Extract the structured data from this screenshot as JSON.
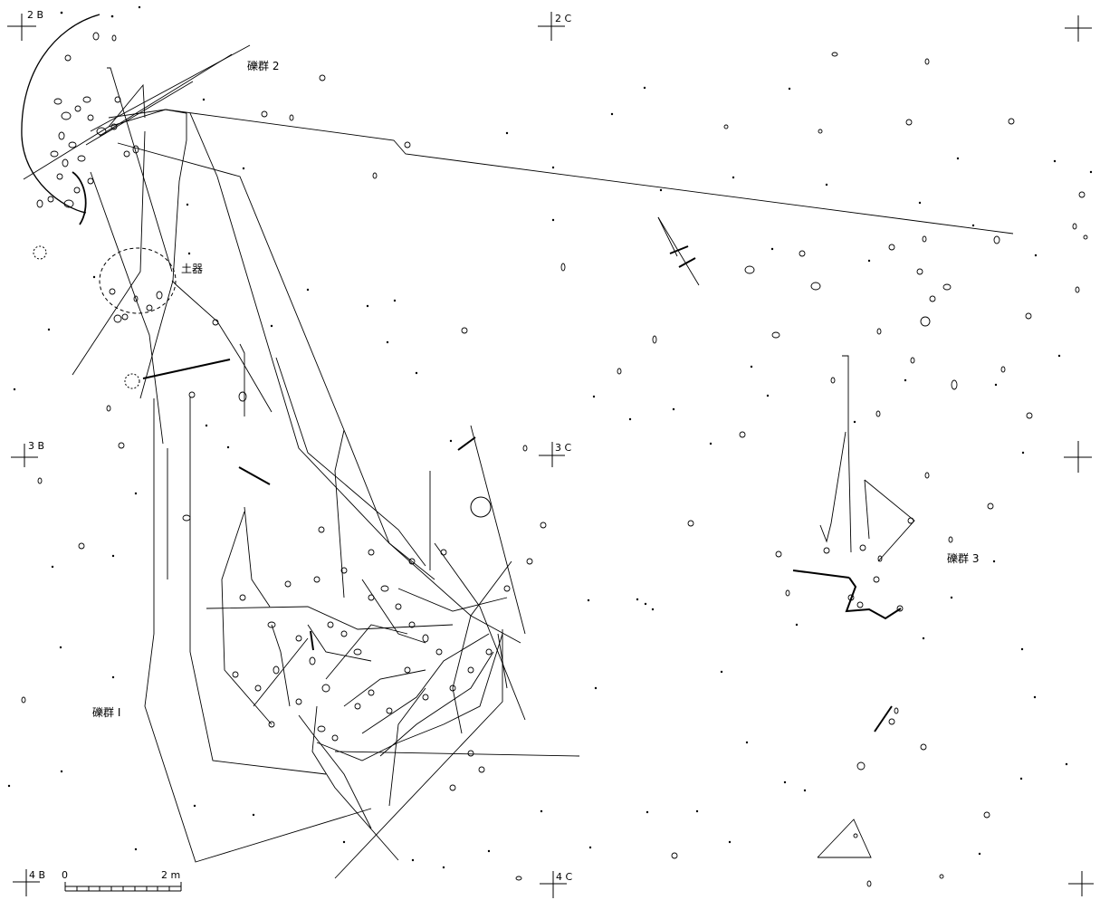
{
  "grid_labels": {
    "g2b": "2 B",
    "g2c": "2 C",
    "g3b": "3 B",
    "g3c": "3 C",
    "g4b": "4 B",
    "g4c": "4 C"
  },
  "group_labels": {
    "cluster1": "礫群 I",
    "cluster2": "礫群 2",
    "cluster3": "礫群 3",
    "pottery": "土器"
  },
  "scale": {
    "start": "0",
    "end": "2 m"
  }
}
